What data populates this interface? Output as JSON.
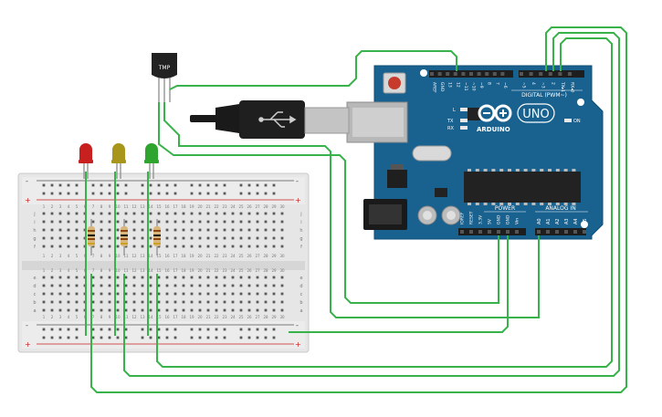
{
  "sensor": {
    "label": "TMP"
  },
  "arduino": {
    "top_pins": [
      "AREF",
      "GND",
      "13",
      "12",
      "~11",
      "~10",
      "~9",
      "8",
      "7",
      "~6",
      "~5",
      "4",
      "~3",
      "2",
      "TX▸1",
      "RX◂0"
    ],
    "digital_label": "DIGITAL (PWM~)",
    "logo_text": "ARDUINO",
    "model": "UNO",
    "led_l": "L",
    "led_tx": "TX",
    "led_rx": "RX",
    "led_on": "ON",
    "power_label": "POWER",
    "analog_label": "ANALOG IN",
    "power_pins": [
      "IOREF",
      "RESET",
      "3.3V",
      "5V",
      "GND",
      "GND",
      "Vin"
    ],
    "analog_pins": [
      "A0",
      "A1",
      "A2",
      "A3",
      "A4",
      "A5"
    ]
  },
  "breadboard": {
    "plus": "+",
    "minus": "-",
    "row_letters_top": [
      "j",
      "i",
      "h",
      "g",
      "f"
    ],
    "row_letters_bottom": [
      "e",
      "d",
      "c",
      "b",
      "a"
    ],
    "columns": [
      "1",
      "2",
      "3",
      "4",
      "5",
      "6",
      "7",
      "8",
      "9",
      "10",
      "11",
      "12",
      "13",
      "14",
      "15",
      "16",
      "17",
      "18",
      "19",
      "20",
      "21",
      "22",
      "23",
      "24",
      "25",
      "26",
      "27",
      "28",
      "29",
      "30"
    ]
  },
  "colors": {
    "wire": "#38b34a",
    "board": "#19618f",
    "led_red": "#c8201e",
    "led_yellow": "#a8961a",
    "led_green": "#2fa52f"
  }
}
